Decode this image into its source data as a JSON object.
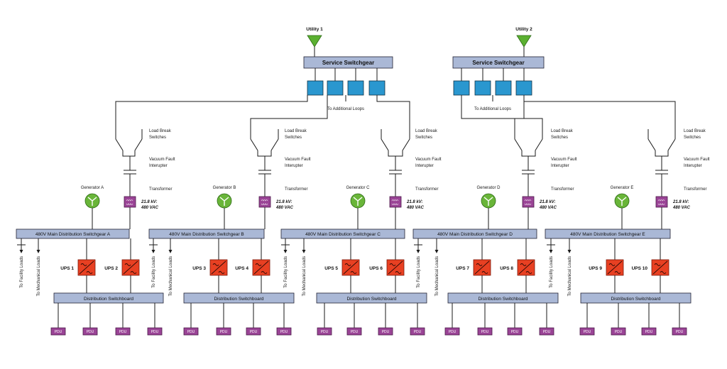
{
  "colors": {
    "bar_fill": "#aab8d6",
    "breaker_fill": "#2a97cf",
    "utility_fill": "#5bb031",
    "generator_fill": "#69b539",
    "transformer_fill": "#9a4496",
    "ups_fill": "#e84022",
    "pdu_fill": "#9a4496",
    "wire": "#1a1a1a"
  },
  "utilities": [
    {
      "label": "Utility 1",
      "switchgear_label": "Service Switchgear",
      "loops_label": "To Additional Loops",
      "icon": "antenna-triangle-icon"
    },
    {
      "label": "Utility 2",
      "switchgear_label": "Service Switchgear",
      "loops_label": "To Additional Loops",
      "icon": "antenna-triangle-icon"
    }
  ],
  "blocks": [
    {
      "generator_label": "Generator A",
      "main_label": "480V Main Distribution Switchgear A",
      "ups": [
        "UPS 1",
        "UPS 2"
      ],
      "dist_label": "Distribution Switchboard",
      "pdus": [
        "PDU",
        "PDU",
        "PDU",
        "PDU"
      ],
      "load_labels": [
        "To Facility Loads",
        "To Mechanical Loads"
      ],
      "lbs_label": [
        "Load Break",
        "Switches"
      ],
      "vfi_label": [
        "Vacuum Fault",
        "Interupter"
      ],
      "transformer_label": "Transformer",
      "ratio_label": [
        "21.8 kV:",
        "480 VAC"
      ]
    },
    {
      "generator_label": "Generator B",
      "main_label": "480V Main Distribution Switchgear B",
      "ups": [
        "UPS 3",
        "UPS 4"
      ],
      "dist_label": "Distribution Switchboard",
      "pdus": [
        "PDU",
        "PDU",
        "PDU",
        "PDU"
      ],
      "load_labels": [
        "To Facility Loads",
        "To Mechanical Loads"
      ],
      "lbs_label": [
        "Load Break",
        "Switches"
      ],
      "vfi_label": [
        "Vacuum Fault",
        "Interupter"
      ],
      "transformer_label": "Transformer",
      "ratio_label": [
        "21.8 kV:",
        "480 VAC"
      ]
    },
    {
      "generator_label": "Generator C",
      "main_label": "480V Main Distribution Switchgear C",
      "ups": [
        "UPS 5",
        "UPS 6"
      ],
      "dist_label": "Distribution Switchboard",
      "pdus": [
        "PDU",
        "PDU",
        "PDU",
        "PDU"
      ],
      "load_labels": [
        "To Facility Loads",
        "To Mechanical Loads"
      ],
      "lbs_label": [
        "Load Break",
        "Switches"
      ],
      "vfi_label": [
        "Vacuum Fault",
        "Interupter"
      ],
      "transformer_label": "Transformer",
      "ratio_label": [
        "21.8 kV:",
        "480 VAC"
      ]
    },
    {
      "generator_label": "Generator D",
      "main_label": "480V Main Distribution Switchgear D",
      "ups": [
        "UPS 7",
        "UPS 8"
      ],
      "dist_label": "Distribution Switchboard",
      "pdus": [
        "PDU",
        "PDU",
        "PDU",
        "PDU"
      ],
      "load_labels": [
        "To Facility Loads",
        "To Mechanical Loads"
      ],
      "lbs_label": [
        "Load Break",
        "Switches"
      ],
      "vfi_label": [
        "Vacuum Fault",
        "Interupter"
      ],
      "transformer_label": "Transformer",
      "ratio_label": [
        "21.8 kV:",
        "480 VAC"
      ]
    },
    {
      "generator_label": "Generator E",
      "main_label": "480V Main Distribution Switchgear E",
      "ups": [
        "UPS 9",
        "UPS 10"
      ],
      "dist_label": "Distribution Switchboard",
      "pdus": [
        "PDU",
        "PDU",
        "PDU",
        "PDU"
      ],
      "load_labels": [
        "To Facility Loads",
        "To Mechanical Loads"
      ],
      "lbs_label": [
        "Load Break",
        "Switches"
      ],
      "vfi_label": [
        "Vacuum Fault",
        "Interupter"
      ],
      "transformer_label": "Transformer",
      "ratio_label": [
        "21.8 kV:",
        "480 VAC"
      ]
    }
  ]
}
